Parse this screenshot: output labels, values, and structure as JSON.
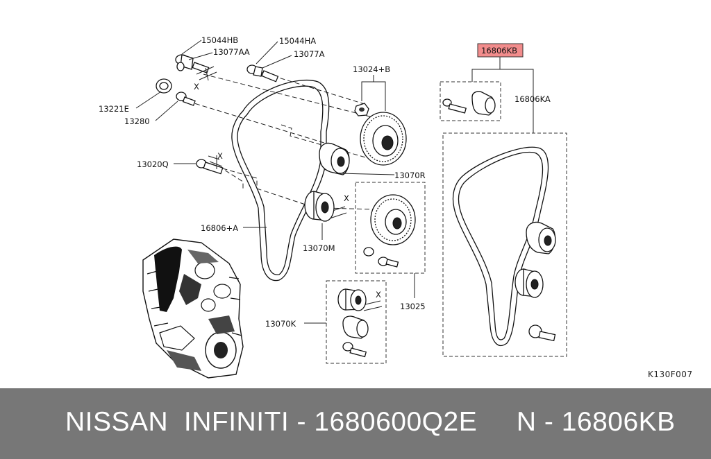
{
  "labels": {
    "l15044hb": "15044HB",
    "l13077aa": "13077AA",
    "l15044ha": "15044HA",
    "l13077a": "13077A",
    "l13024b": "13024+B",
    "l13221e": "13221E",
    "l13280": "13280",
    "l13020q": "13020Q",
    "l13070r": "13070R",
    "l16806a": "16806+A",
    "l13070m": "13070M",
    "l13070k": "13070K",
    "l13025": "13025",
    "l16806kb": "16806KB",
    "l16806ka": "16806KA",
    "x_mark": "X"
  },
  "figure_ref": "K130F007",
  "footer": {
    "text": "NISSAN  INFINITI - 1680600Q2E     N - 16806KB"
  },
  "colors": {
    "highlight": "#f28c8c",
    "footer_band": "#777777",
    "footer_text": "#ffffff"
  }
}
